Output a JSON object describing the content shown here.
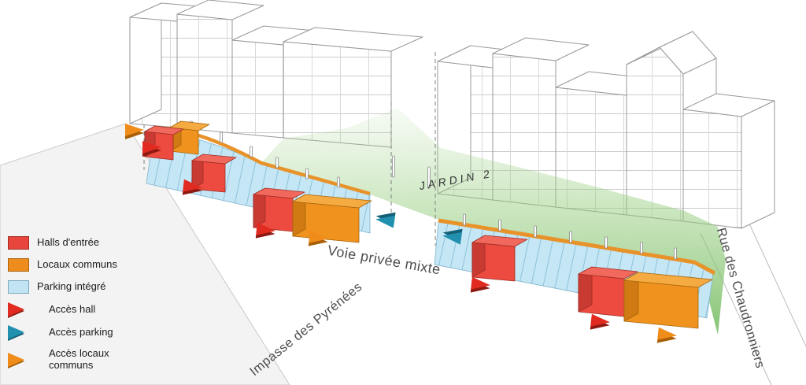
{
  "legend": {
    "items": [
      {
        "label": "Halls d'entrée",
        "type": "square",
        "color": "#e8463c"
      },
      {
        "label": "Locaux communs",
        "type": "square",
        "color": "#ef8c1e"
      },
      {
        "label": "Parking intégré",
        "type": "square",
        "color": "#c2e4f2"
      },
      {
        "label": "Accès hall",
        "type": "arrow",
        "color": "#e22b20"
      },
      {
        "label": "Accès parking",
        "type": "arrow",
        "color": "#2090ae"
      },
      {
        "label": "Accès locaux communs",
        "type": "arrow",
        "color": "#f08c1a"
      }
    ]
  },
  "labels": {
    "jardin": "JARDIN 2",
    "voie": "Voie privée mixte",
    "impasse": "Impasse des Pyrénées",
    "rue": "Rue des Chaudronniers"
  },
  "site": {
    "halls_count": 5,
    "locaux_communs_count": 3,
    "parking_strips_count": 2
  },
  "colors": {
    "hall": "#e8463c",
    "locaux": "#ef8c1e",
    "parking": "#c2e4f2",
    "acces_hall": "#e22b20",
    "acces_parking": "#2090ae",
    "acces_locaux": "#f08c1a",
    "garden": "#6fb95c",
    "curb": "#e8922a"
  }
}
